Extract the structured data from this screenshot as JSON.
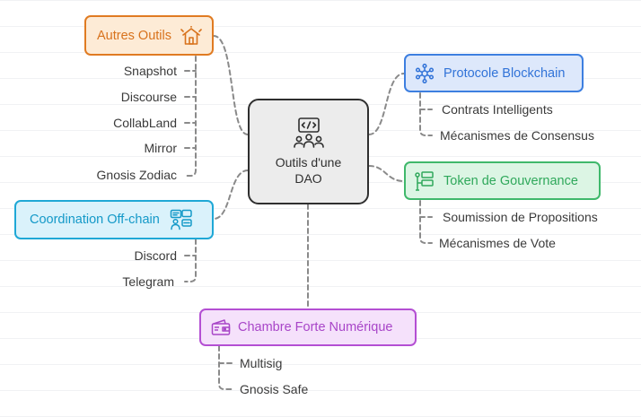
{
  "center": {
    "title": "Outils d'une DAO",
    "icon": "dao-code-people-icon"
  },
  "branches": [
    {
      "id": "autres-outils",
      "label": "Autres Outils",
      "icon": "house-icon",
      "color": "#e07b22",
      "fill": "#fdebd6",
      "children": [
        "Snapshot",
        "Discourse",
        "CollabLand",
        "Mirror",
        "Gnosis Zodiac"
      ]
    },
    {
      "id": "protocole-blockchain",
      "label": "Protocole Blockchain",
      "icon": "network-hub-icon",
      "color": "#3d7fe0",
      "fill": "#dde8fb",
      "children": [
        "Contrats Intelligents",
        "Mécanismes de Consensus"
      ]
    },
    {
      "id": "token-gouvernance",
      "label": "Token de Gouvernance",
      "icon": "governance-flow-icon",
      "color": "#3fb86b",
      "fill": "#dcf5e4",
      "children": [
        "Soumission de Propositions",
        "Mécanismes de Vote"
      ]
    },
    {
      "id": "coordination-offchain",
      "label": "Coordination Off-chain",
      "icon": "chat-people-icon",
      "color": "#1fa8d6",
      "fill": "#daf2fb",
      "children": [
        "Discord",
        "Telegram"
      ]
    },
    {
      "id": "chambre-forte",
      "label": "Chambre Forte Numérique",
      "icon": "wallet-icon",
      "color": "#b44fd3",
      "fill": "#f5e1fb",
      "children": [
        "Multisig",
        "Gnosis Safe"
      ]
    }
  ]
}
